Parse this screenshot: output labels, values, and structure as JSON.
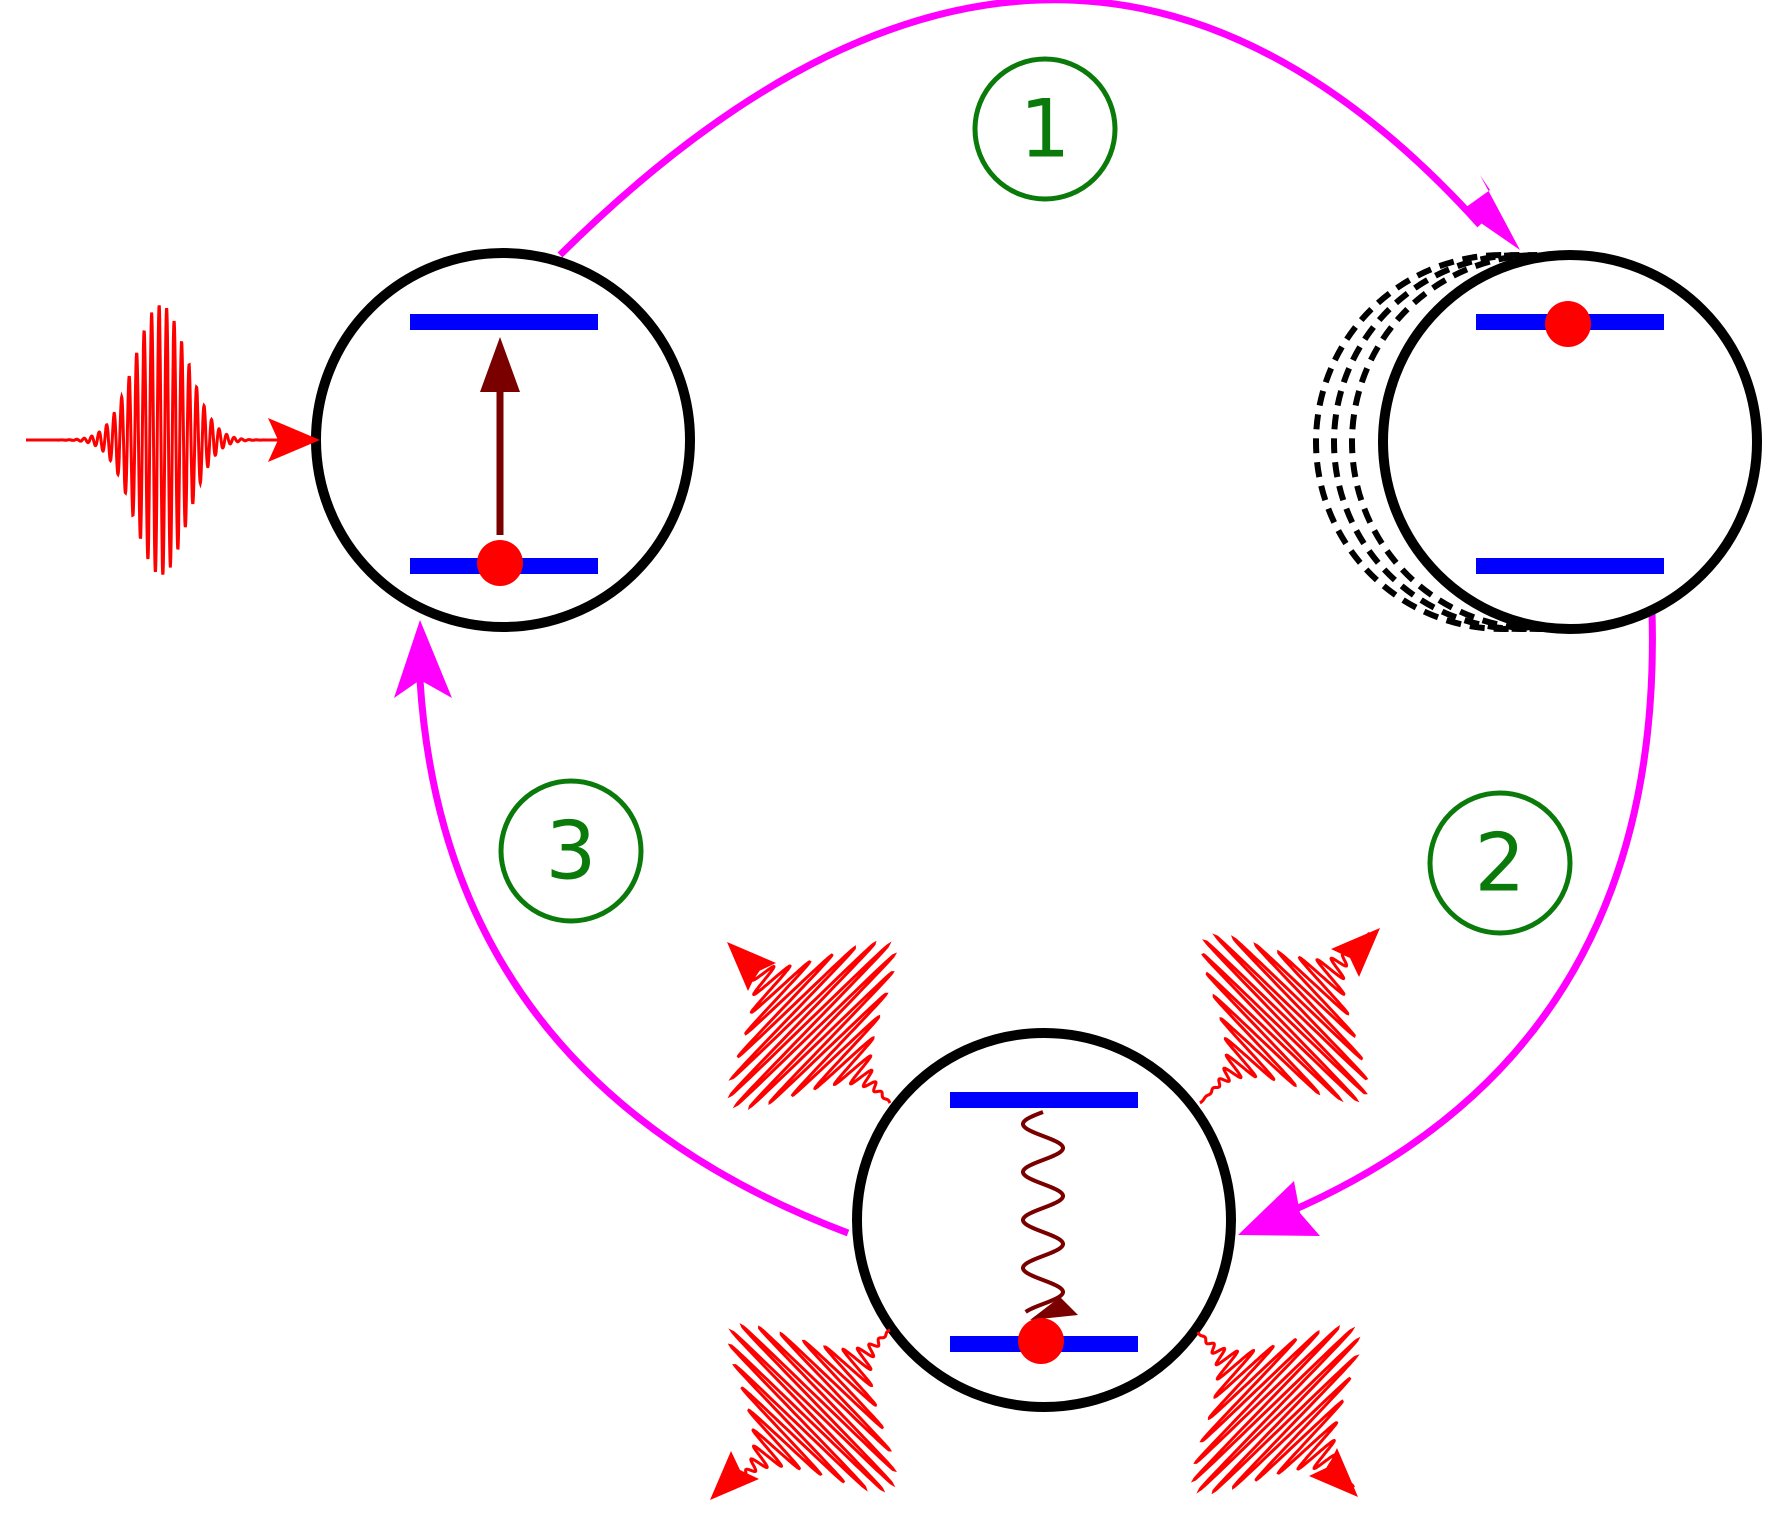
{
  "colors": {
    "cycle_arrow": "#ff00ff",
    "atom_outline": "#000000",
    "energy_level": "#0000ff",
    "electron": "#ff0000",
    "transition": "#7a0000",
    "photon": "#ff0000",
    "step_label": "#0a7a0a"
  },
  "steps": [
    {
      "label": "1"
    },
    {
      "label": "2"
    },
    {
      "label": "3"
    }
  ],
  "atoms": [
    {
      "id": "absorption",
      "electron_level": "lower",
      "transition": "excitation-arrow",
      "motion_trail": false
    },
    {
      "id": "moving-excited",
      "electron_level": "upper",
      "transition": "none",
      "motion_trail": true
    },
    {
      "id": "emission",
      "electron_level": "lower",
      "transition": "decay-wave",
      "motion_trail": false
    }
  ],
  "icons": {
    "incoming_photon": "photon-wavepacket-icon",
    "emitted_photons": "photon-wavepacket-icon",
    "electron": "electron-dot-icon"
  }
}
